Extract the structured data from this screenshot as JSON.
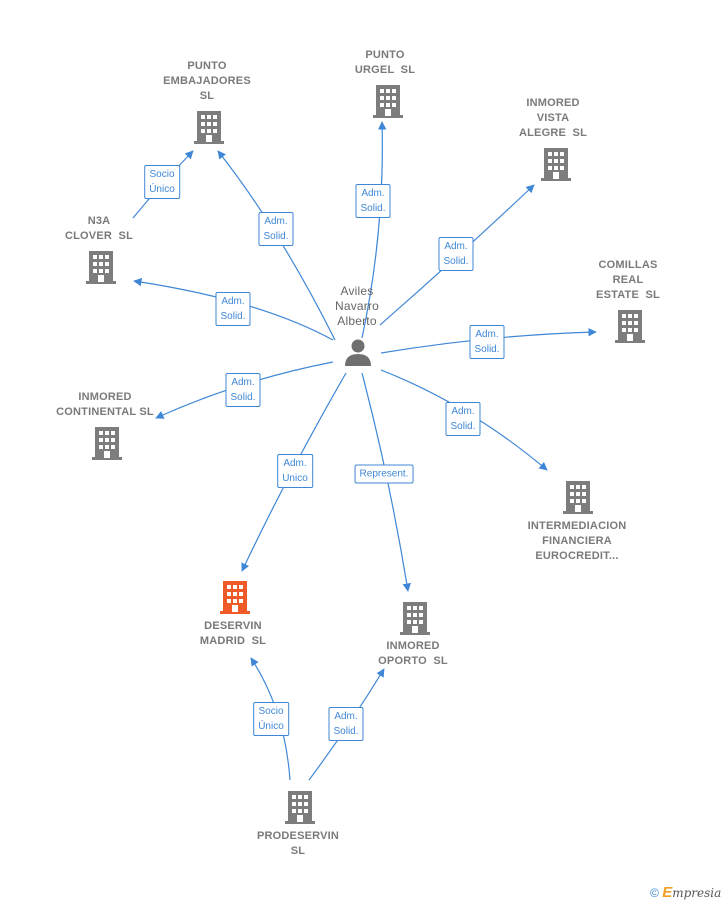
{
  "colors": {
    "building": "#7d7d7d",
    "building_highlight": "#f05a28",
    "edge": "#3f87d6",
    "person": "#6f6f6f"
  },
  "person": {
    "label": "Aviles\nNavarro\nAlberto",
    "icon": "person-icon"
  },
  "companies": [
    {
      "id": "punto-embajadores",
      "label": "PUNTO\nEMBAJADORES\nSL",
      "icon": "building-icon"
    },
    {
      "id": "punto-urgel",
      "label": "PUNTO\nURGEL  SL",
      "icon": "building-icon"
    },
    {
      "id": "inmored-vista-alegre",
      "label": "INMORED\nVISTA\nALEGRE  SL",
      "icon": "building-icon"
    },
    {
      "id": "n3a-clover",
      "label": "N3A\nCLOVER  SL",
      "icon": "building-icon"
    },
    {
      "id": "comillas-real-estate",
      "label": "COMILLAS\nREAL\nESTATE  SL",
      "icon": "building-icon"
    },
    {
      "id": "inmored-continental",
      "label": "INMORED\nCONTINENTAL SL",
      "icon": "building-icon"
    },
    {
      "id": "intermediacion-financiera",
      "label": "INTERMEDIACION\nFINANCIERA\nEUROCREDIT...",
      "icon": "building-icon"
    },
    {
      "id": "deservin-madrid",
      "label": "DESERVIN\nMADRID  SL",
      "icon": "building-icon",
      "highlight": true
    },
    {
      "id": "inmored-oporto",
      "label": "INMORED\nOPORTO  SL",
      "icon": "building-icon"
    },
    {
      "id": "prodeservin",
      "label": "PRODESERVIN\nSL",
      "icon": "building-icon"
    }
  ],
  "relations": [
    {
      "id": "rel-n3a-embajadores",
      "label": "Socio\nÚnico"
    },
    {
      "id": "rel-person-embajadores",
      "label": "Adm.\nSolid."
    },
    {
      "id": "rel-person-urgel",
      "label": "Adm.\nSolid."
    },
    {
      "id": "rel-person-vista-alegre",
      "label": "Adm.\nSolid."
    },
    {
      "id": "rel-person-n3a",
      "label": "Adm.\nSolid."
    },
    {
      "id": "rel-person-comillas",
      "label": "Adm.\nSolid."
    },
    {
      "id": "rel-person-continental",
      "label": "Adm.\nSolid."
    },
    {
      "id": "rel-person-intermediacion",
      "label": "Adm.\nSolid."
    },
    {
      "id": "rel-person-deservin",
      "label": "Adm.\nUnico"
    },
    {
      "id": "rel-person-oporto",
      "label": "Represent."
    },
    {
      "id": "rel-prodeservin-deservin",
      "label": "Socio\nÚnico"
    },
    {
      "id": "rel-prodeservin-oporto",
      "label": "Adm.\nSolid."
    }
  ],
  "footer": {
    "copyright": "©",
    "brand_initial": "E",
    "brand_rest": "mpresia"
  }
}
